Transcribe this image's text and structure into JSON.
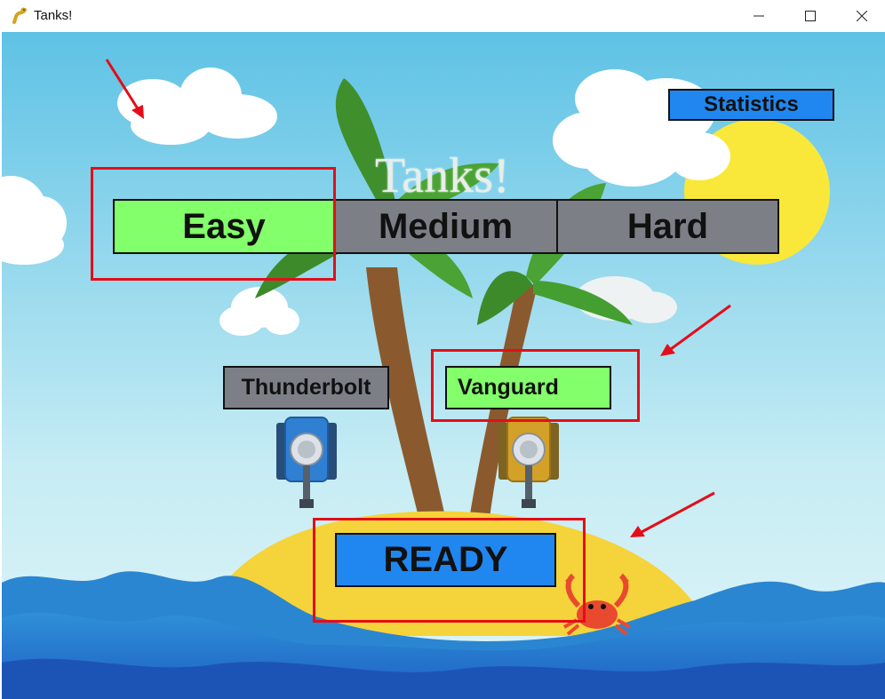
{
  "window": {
    "title": "Tanks!"
  },
  "title_bar": {
    "minimize_icon": "minimize-icon",
    "maximize_icon": "maximize-icon",
    "close_icon": "close-icon"
  },
  "game": {
    "title": "Tanks!",
    "statistics_label": "Statistics",
    "difficulty": {
      "selected": "Easy",
      "options": [
        "Easy",
        "Medium",
        "Hard"
      ]
    },
    "tanks": [
      {
        "name": "Thunderbolt",
        "selected": false,
        "color": "#2f7fd3"
      },
      {
        "name": "Vanguard",
        "selected": true,
        "color": "#d3a028"
      }
    ],
    "ready_label": "READY"
  },
  "colors": {
    "selected_green": "#82ff6a",
    "unselected_grey": "#7c7f86",
    "button_blue": "#2087f0",
    "annotation_red": "#e50d18"
  }
}
